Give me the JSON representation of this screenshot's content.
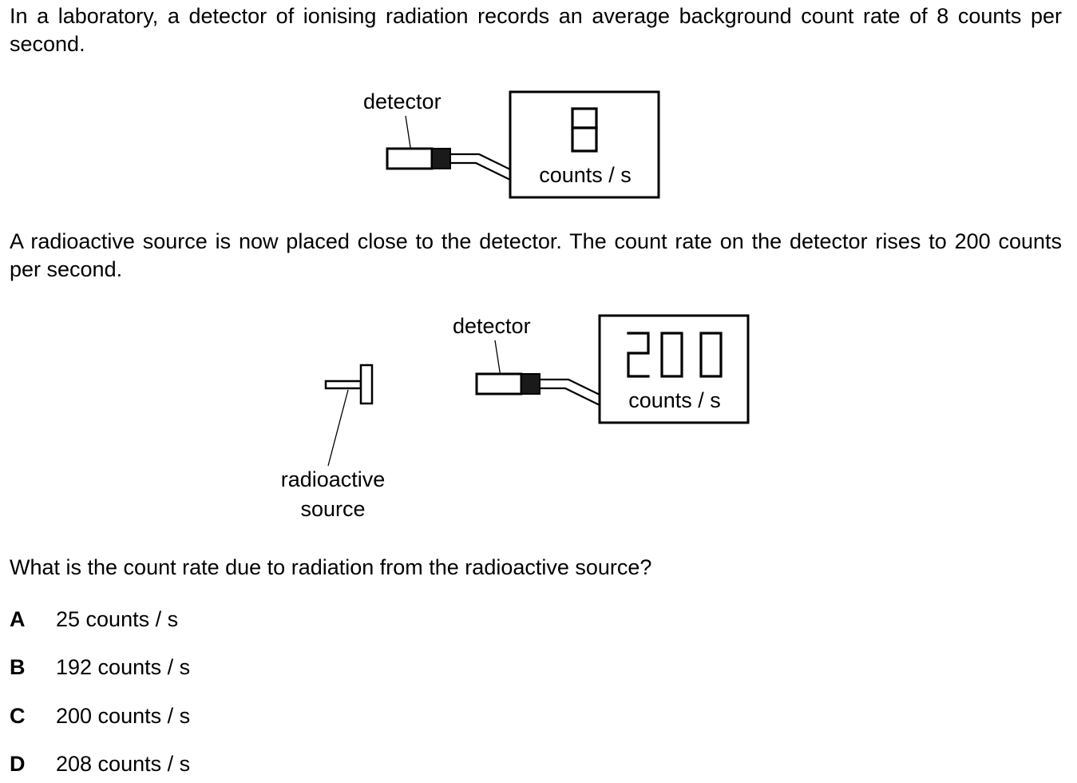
{
  "intro_text": "In a laboratory, a detector of ionising radiation records an average background count rate of 8 counts per second.",
  "second_text": "A radioactive source is now placed close to the detector. The count rate on the detector rises to 200 counts per second.",
  "question_text": "What is the count rate due to radiation from the radioactive source?",
  "figure1": {
    "detector_label": "detector",
    "display_value": "8",
    "display_units": "counts / s"
  },
  "figure2": {
    "detector_label": "detector",
    "display_value": "200",
    "display_units": "counts / s",
    "source_label_line1": "radioactive",
    "source_label_line2": "source"
  },
  "options": [
    {
      "letter": "A",
      "text": "25 counts / s"
    },
    {
      "letter": "B",
      "text": "192 counts / s"
    },
    {
      "letter": "C",
      "text": "200 counts / s"
    },
    {
      "letter": "D",
      "text": "208 counts / s"
    }
  ]
}
